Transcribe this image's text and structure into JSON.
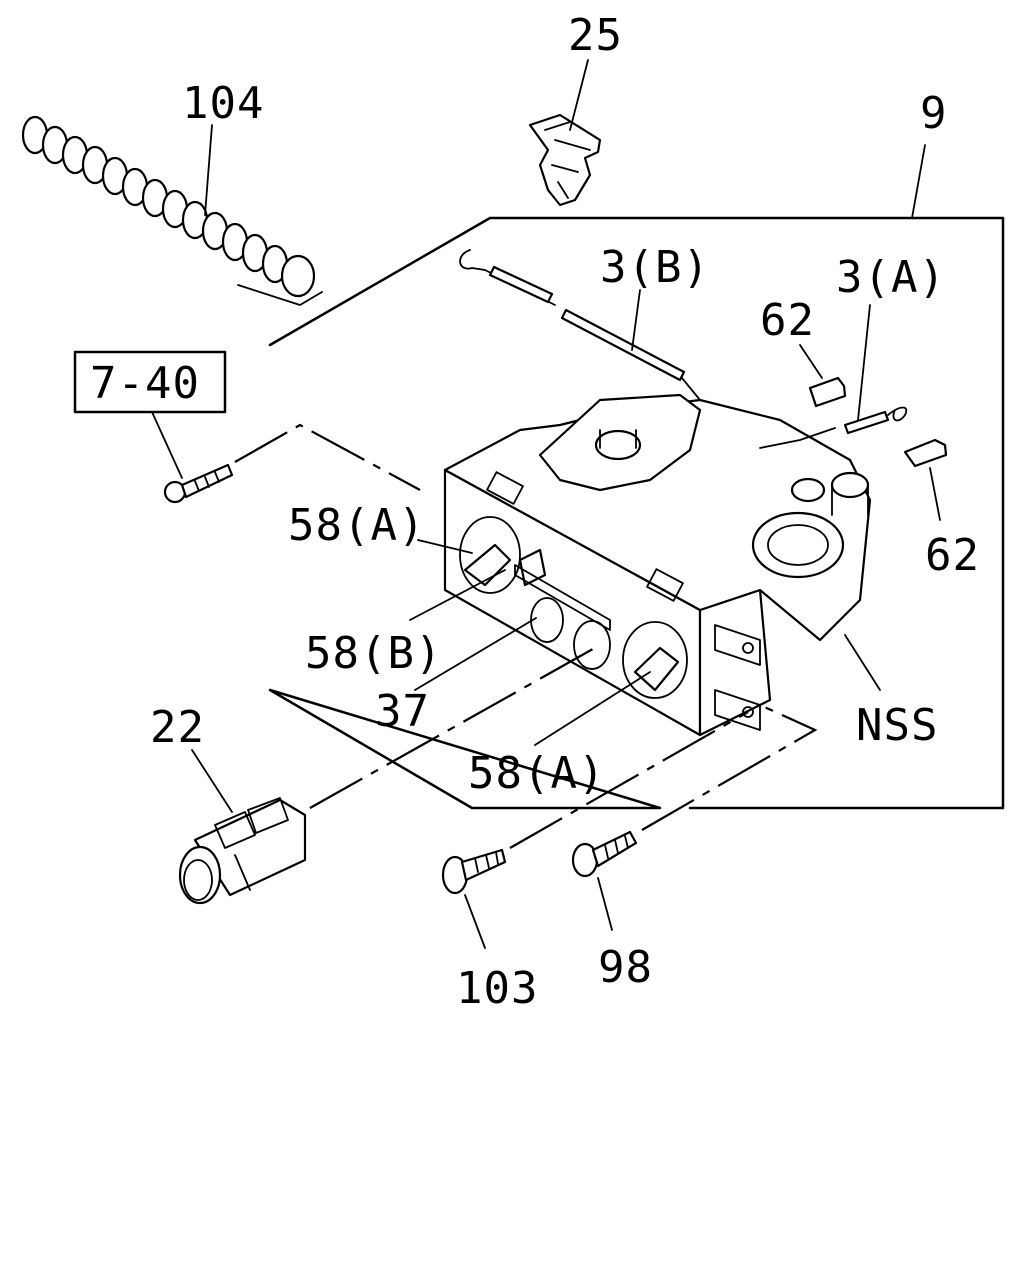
{
  "labels": {
    "l25": "25",
    "l104": "104",
    "l9": "9",
    "l3b": "3(B)",
    "l3a": "3(A)",
    "l62_top": "62",
    "l62_right": "62",
    "l740": "7-40",
    "l58a_upper": "58(A)",
    "l58b": "58(B)",
    "l37": "37",
    "l58a_lower": "58(A)",
    "lnss": "NSS",
    "l22": "22",
    "l103": "103",
    "l98": "98"
  }
}
